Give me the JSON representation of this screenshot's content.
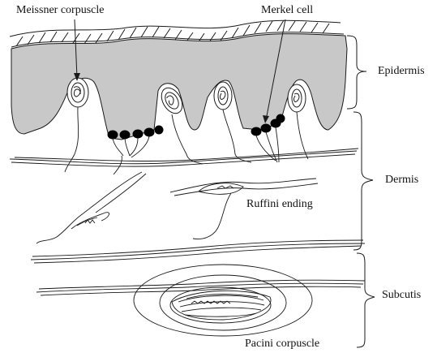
{
  "diagram": {
    "labels": {
      "meissner": "Meissner corpuscle",
      "merkel": "Merkel cell",
      "epidermis": "Epidermis",
      "dermis": "Dermis",
      "ruffini": "Ruffini ending",
      "subcutis": "Subcutis",
      "pacini": "Pacini corpuscle"
    },
    "colors": {
      "epidermis_fill": "#c8c8c8",
      "stroke": "#1a1a1a",
      "merkel_cell": "#000000",
      "background": "#ffffff"
    }
  }
}
